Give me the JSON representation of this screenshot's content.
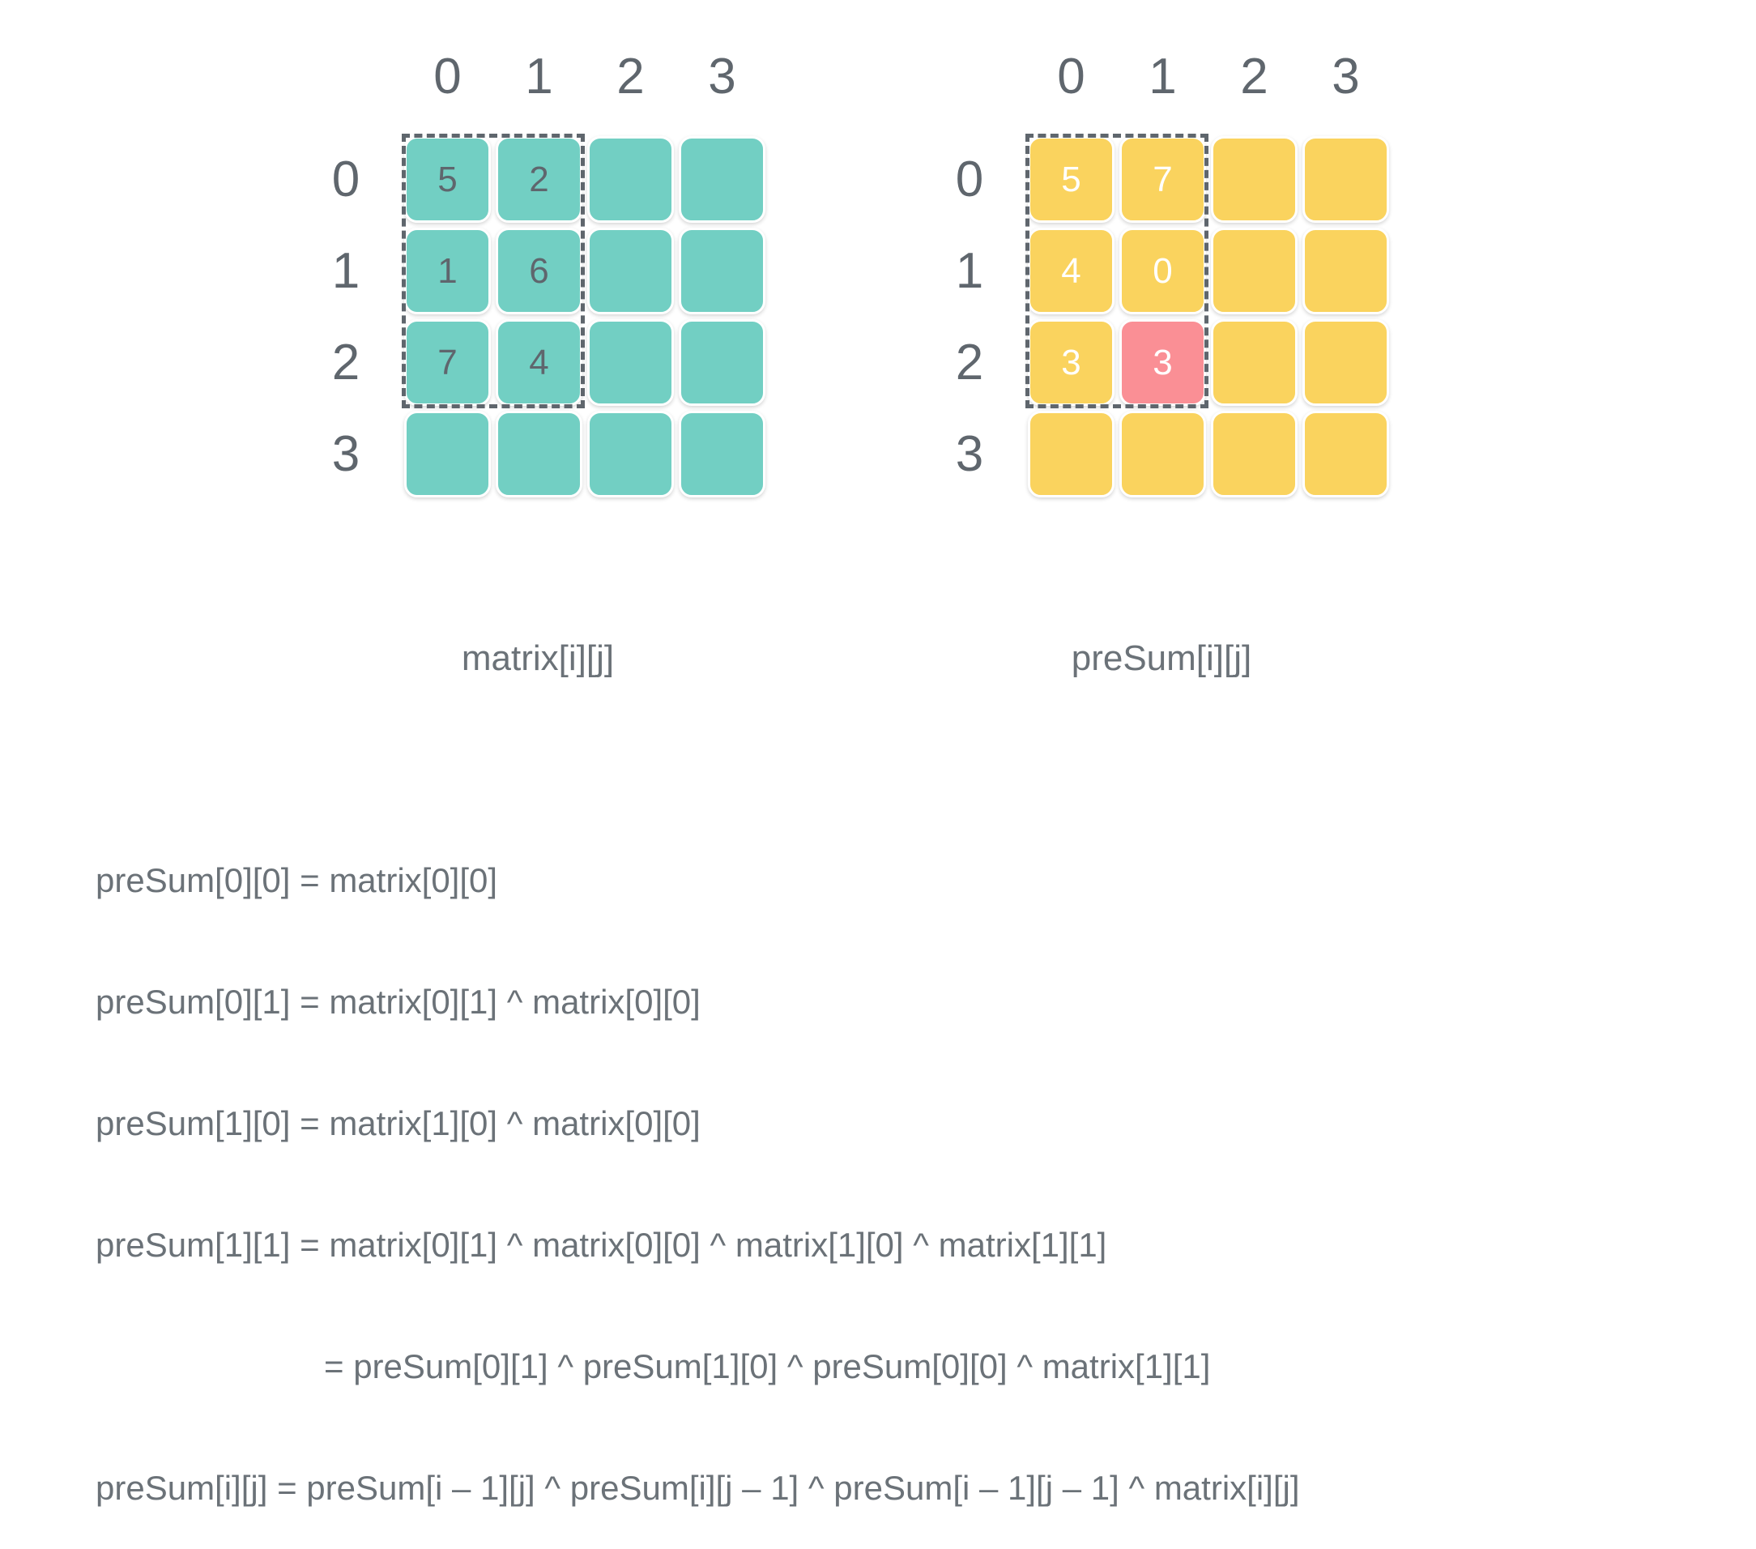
{
  "diagram": {
    "title": "2D prefix XOR (preSum) construction",
    "colors": {
      "matrix_cell": "#72cfc3",
      "presum_cell": "#fad35e",
      "highlight_cell": "#fa8f95",
      "text_gray": "#5f666d",
      "text_on_color": "#ffffff",
      "dashed_border": "#5f666d",
      "background": "#ffffff"
    },
    "grids": [
      {
        "id": "matrix",
        "caption": "matrix[i][j]",
        "col_headers": [
          "0",
          "1",
          "2",
          "3"
        ],
        "row_headers": [
          "0",
          "1",
          "2",
          "3"
        ],
        "cell_style": "teal",
        "rows": [
          [
            {
              "value": "5",
              "style": "teal"
            },
            {
              "value": "2",
              "style": "teal"
            },
            {
              "value": "",
              "style": "teal"
            },
            {
              "value": "",
              "style": "teal"
            }
          ],
          [
            {
              "value": "1",
              "style": "teal"
            },
            {
              "value": "6",
              "style": "teal"
            },
            {
              "value": "",
              "style": "teal"
            },
            {
              "value": "",
              "style": "teal"
            }
          ],
          [
            {
              "value": "7",
              "style": "teal"
            },
            {
              "value": "4",
              "style": "teal"
            },
            {
              "value": "",
              "style": "teal"
            },
            {
              "value": "",
              "style": "teal"
            }
          ],
          [
            {
              "value": "",
              "style": "teal"
            },
            {
              "value": "",
              "style": "teal"
            },
            {
              "value": "",
              "style": "teal"
            },
            {
              "value": "",
              "style": "teal"
            }
          ]
        ],
        "selection": {
          "rows": 3,
          "cols": 2
        }
      },
      {
        "id": "presum",
        "caption": "preSum[i][j]",
        "col_headers": [
          "0",
          "1",
          "2",
          "3"
        ],
        "row_headers": [
          "0",
          "1",
          "2",
          "3"
        ],
        "cell_style": "yellow",
        "rows": [
          [
            {
              "value": "5",
              "style": "yellow"
            },
            {
              "value": "7",
              "style": "yellow"
            },
            {
              "value": "",
              "style": "yellow"
            },
            {
              "value": "",
              "style": "yellow"
            }
          ],
          [
            {
              "value": "4",
              "style": "yellow"
            },
            {
              "value": "0",
              "style": "yellow"
            },
            {
              "value": "",
              "style": "yellow"
            },
            {
              "value": "",
              "style": "yellow"
            }
          ],
          [
            {
              "value": "3",
              "style": "yellow"
            },
            {
              "value": "3",
              "style": "red"
            },
            {
              "value": "",
              "style": "yellow"
            },
            {
              "value": "",
              "style": "yellow"
            }
          ],
          [
            {
              "value": "",
              "style": "yellow"
            },
            {
              "value": "",
              "style": "yellow"
            },
            {
              "value": "",
              "style": "yellow"
            },
            {
              "value": "",
              "style": "yellow"
            }
          ]
        ],
        "selection": {
          "rows": 3,
          "cols": 2
        }
      }
    ],
    "formulas": [
      {
        "text": "preSum[0][0] = matrix[0][0]",
        "indented": false
      },
      {
        "text": "preSum[0][1] = matrix[0][1] ^ matrix[0][0]",
        "indented": false
      },
      {
        "text": "preSum[1][0] = matrix[1][0] ^ matrix[0][0]",
        "indented": false
      },
      {
        "text": "preSum[1][1] = matrix[0][1] ^ matrix[0][0] ^ matrix[1][0] ^ matrix[1][1]",
        "indented": false
      },
      {
        "text": "= preSum[0][1] ^ preSum[1][0] ^ preSum[0][0] ^ matrix[1][1]",
        "indented": true
      },
      {
        "text": "preSum[i][j] = preSum[i – 1][j] ^ preSum[i][j – 1] ^ preSum[i – 1][j – 1] ^ matrix[i][j]",
        "indented": false
      }
    ]
  }
}
